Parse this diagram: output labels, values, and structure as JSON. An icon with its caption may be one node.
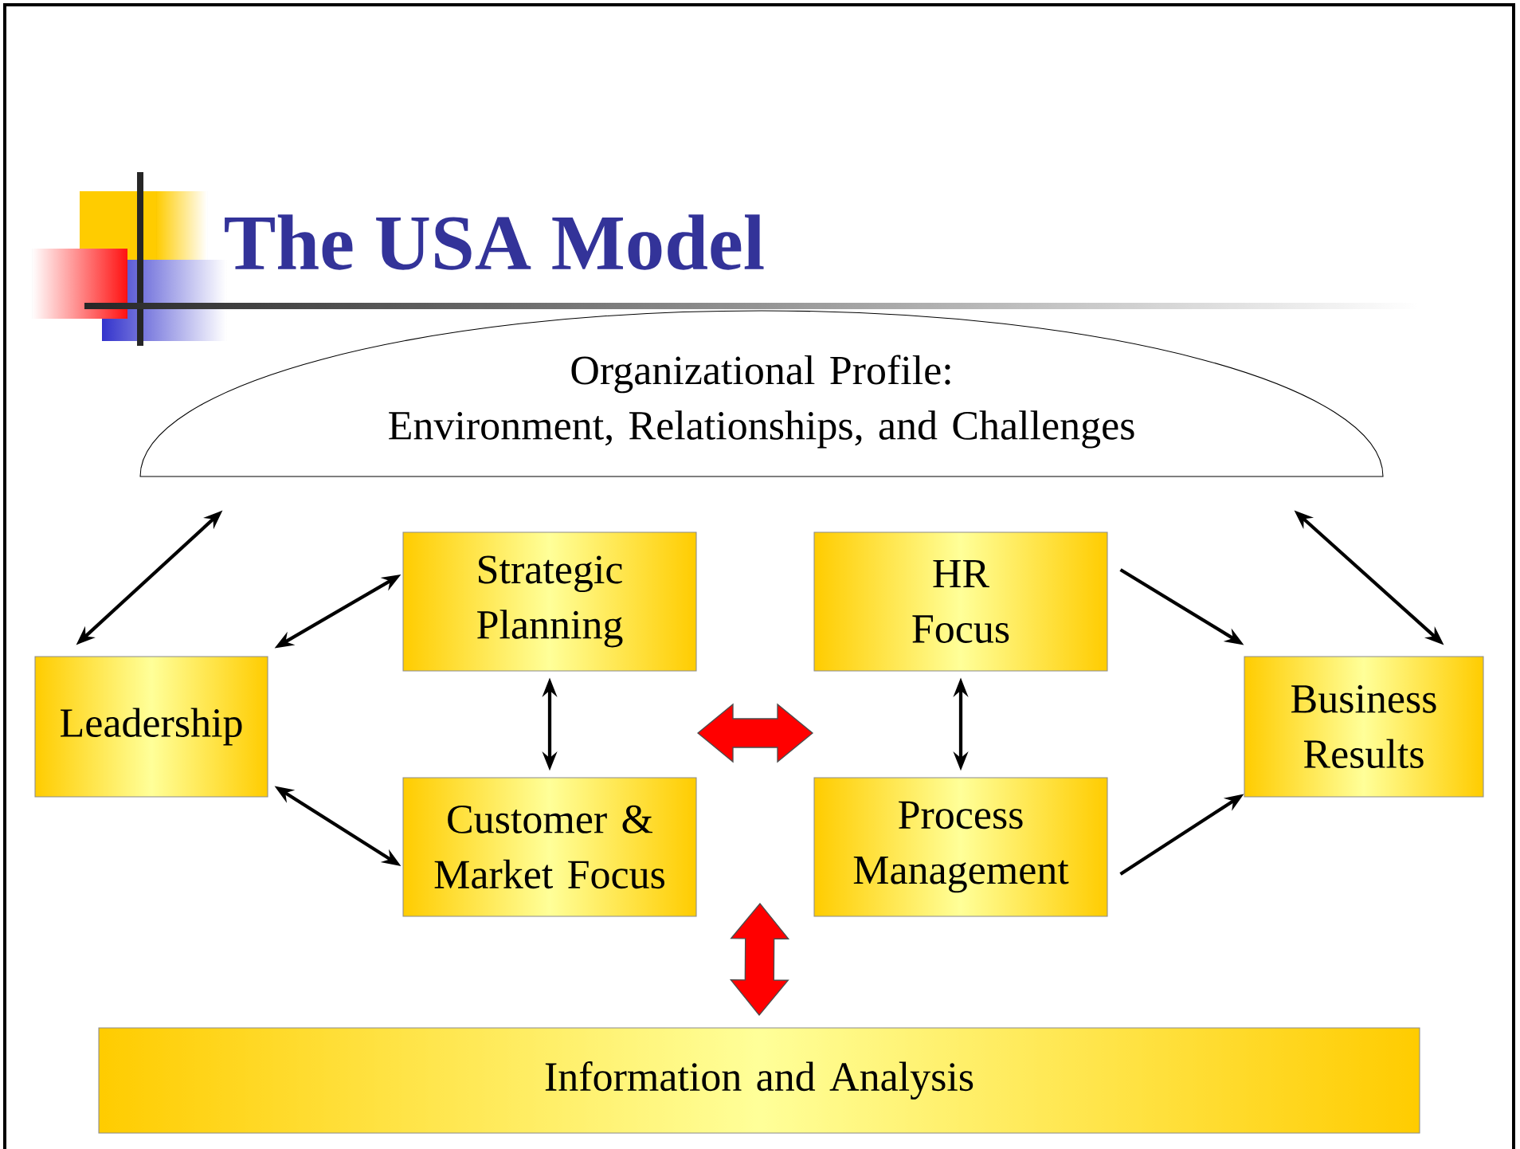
{
  "diagram": {
    "title": "The USA Model",
    "nodes": [
      {
        "text": [
          "Organizational Profile:",
          "Environment, Relationships, and Challenges"
        ]
      },
      {
        "text": [
          "Leadership"
        ]
      },
      {
        "text": [
          "Strategic Planning"
        ]
      },
      {
        "text": [
          "Customer & Market Focus"
        ]
      },
      {
        "text": [
          "HR Focus"
        ]
      },
      {
        "text": [
          "Process Management"
        ]
      },
      {
        "text": [
          "Business Results"
        ]
      },
      {
        "text": [
          "Information and Analysis"
        ]
      }
    ],
    "edges": [
      {
        "from": 1,
        "to": 0,
        "arrow": "both"
      },
      {
        "from": 1,
        "to": 2,
        "arrow": "both"
      },
      {
        "from": 1,
        "to": 3,
        "arrow": "both"
      },
      {
        "from": 2,
        "to": 3,
        "arrow": "both"
      },
      {
        "from": 4,
        "to": 5,
        "arrow": "both"
      },
      {
        "from": 4,
        "to": 6,
        "arrow": "to"
      },
      {
        "from": 5,
        "to": 6,
        "arrow": "to"
      },
      {
        "from": 6,
        "to": 0,
        "arrow": "both"
      },
      {
        "from": 3,
        "to": 5,
        "arrow": "both",
        "color": "#ff0000"
      },
      {
        "from": null,
        "to": 7,
        "arrow": "both",
        "color": "#ff0000"
      }
    ]
  }
}
